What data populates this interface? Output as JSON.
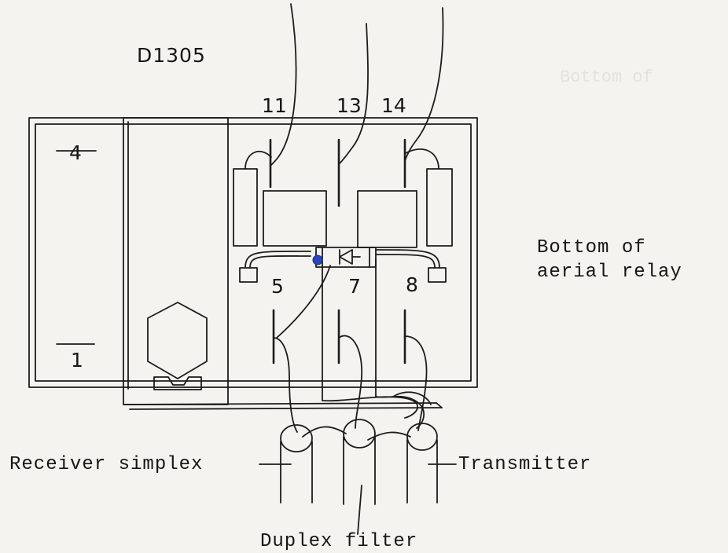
{
  "diagram": {
    "ghost_text": "Bottom of",
    "id_label": "D1305",
    "terminals": {
      "t11": "11",
      "t13": "13",
      "t14": "14",
      "t4": "4",
      "t1": "1",
      "t5": "5",
      "t7": "7",
      "t8": "8"
    },
    "caption_line1": "Bottom of",
    "caption_line2": "aerial relay",
    "connectors": {
      "receiver": "Receiver simplex",
      "transmitter": "Transmitter",
      "duplex": "Duplex filter"
    },
    "colors": {
      "ink": "#1c1c1c",
      "paper": "#f4f3ef",
      "dot": "#2a45b8"
    }
  }
}
